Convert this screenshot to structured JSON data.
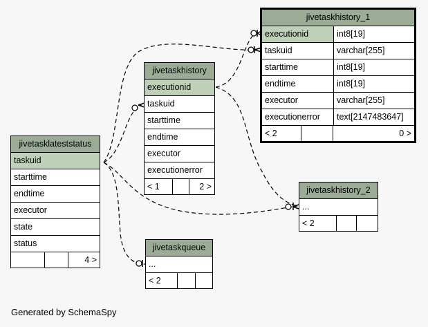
{
  "tables": {
    "history1": {
      "name": "jivetaskhistory_1",
      "rows": [
        {
          "col": "executionid",
          "type": "int8[19]"
        },
        {
          "col": "taskuid",
          "type": "varchar[255]"
        },
        {
          "col": "starttime",
          "type": "int8[19]"
        },
        {
          "col": "endtime",
          "type": "int8[19]"
        },
        {
          "col": "executor",
          "type": "varchar[255]"
        },
        {
          "col": "executionerror",
          "type": "text[2147483647]"
        }
      ],
      "footer": [
        "< 2",
        "",
        "0 >"
      ]
    },
    "history": {
      "name": "jivetaskhistory",
      "rows": [
        "executionid",
        "taskuid",
        "starttime",
        "endtime",
        "executor",
        "executionerror"
      ],
      "footer": [
        "< 1",
        "",
        "2 >"
      ]
    },
    "latest": {
      "name": "jivetasklateststatus",
      "rows": [
        "taskuid",
        "starttime",
        "endtime",
        "executor",
        "state",
        "status"
      ],
      "footer": [
        "",
        "",
        "4 >"
      ]
    },
    "history2": {
      "name": "jivetaskhistory_2",
      "rows": [
        "..."
      ],
      "footer": [
        "< 2",
        "",
        ""
      ]
    },
    "queue": {
      "name": "jivetaskqueue",
      "rows": [
        "..."
      ],
      "footer": [
        "< 2",
        "",
        ""
      ]
    }
  },
  "generated": "Generated by SchemaSpy"
}
